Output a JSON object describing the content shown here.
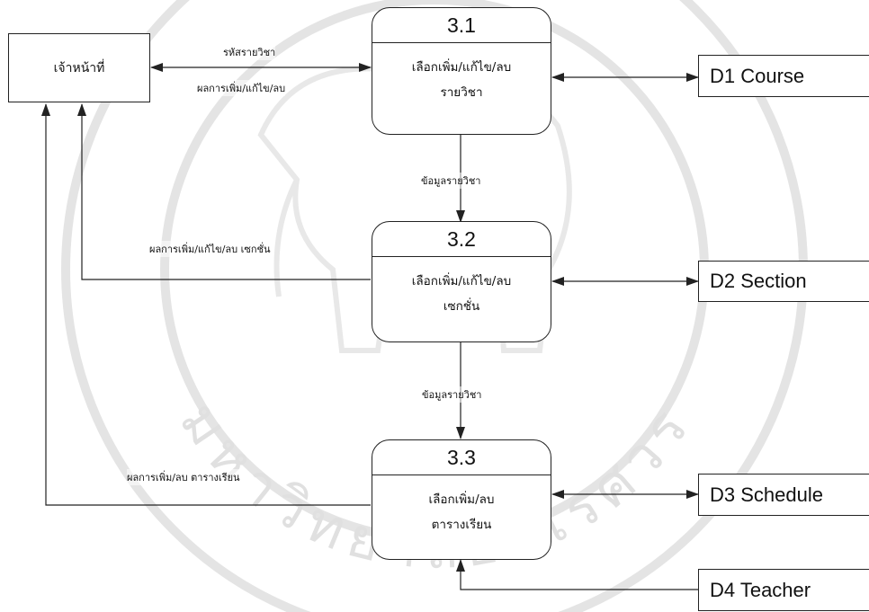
{
  "entity": {
    "name": "เจ้าหน้าที่"
  },
  "processes": [
    {
      "id": "3.1",
      "lines": [
        "เลือกเพิ่ม/แก้ไข/ลบ",
        "รายวิชา"
      ]
    },
    {
      "id": "3.2",
      "lines": [
        "เลือกเพิ่ม/แก้ไข/ลบ",
        "เซกชั่น"
      ]
    },
    {
      "id": "3.3",
      "lines": [
        "เลือกเพิ่ม/ลบ",
        "ตารางเรียน"
      ]
    }
  ],
  "stores": [
    {
      "label": "D1 Course"
    },
    {
      "label": "D2 Section"
    },
    {
      "label": "D3 Schedule"
    },
    {
      "label": "D4 Teacher"
    }
  ],
  "flows": {
    "entity_to_p1": "รหัสรายวิชา",
    "p1_to_entity": "ผลการเพิ่ม/แก้ไข/ลบ",
    "p1_to_p2": "ข้อมูลรายวิชา",
    "p2_to_entity": "ผลการเพิ่ม/แก้ไข/ลบ เซกชั่น",
    "p2_to_p3": "ข้อมูลรายวิชา",
    "p3_to_entity": "ผลการเพิ่ม/ลบ ตารางเรียน"
  },
  "watermark": {
    "text": "มหาวิทยาลัยนเรศวร",
    "color": "#e2e2e2"
  },
  "colors": {
    "line": "#222222",
    "text": "#111111"
  }
}
